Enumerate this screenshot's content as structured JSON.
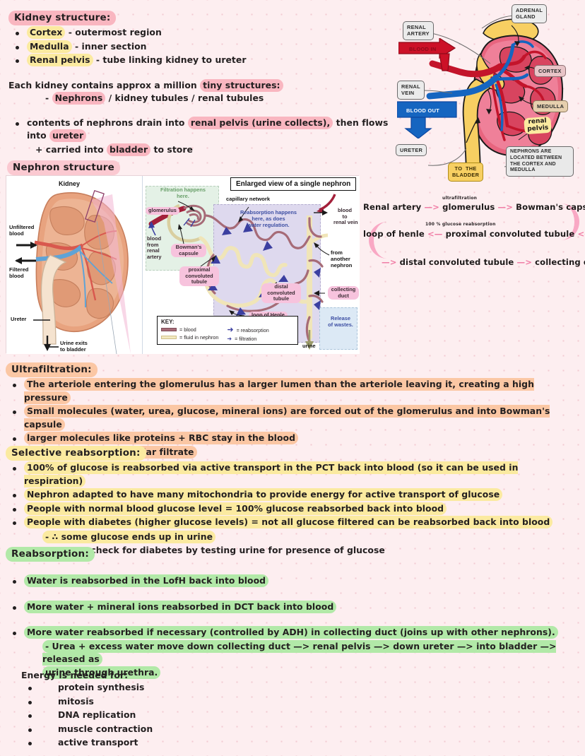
{
  "sections": {
    "kidney_structure": {
      "heading": "Kidney structure:",
      "bullets": [
        {
          "hl": "Cortex",
          "rest": " - outermost region"
        },
        {
          "hl": "Medulla",
          "rest": " - inner section"
        },
        {
          "hl": "Renal pelvis",
          "rest": " - tube linking kidney to ureter"
        }
      ],
      "para_lead": "Each kidney contains approx a million ",
      "para_hl": "tiny structures:",
      "para_sub_hl": "Nephrons",
      "para_sub_rest": " / kidney tubules / renal tubules",
      "last_bullet_a": "contents of nephrons drain into ",
      "last_bullet_hl": "renal pelvis (urine collects),",
      "last_bullet_b": " then flows into ",
      "last_bullet_hl2": "ureter",
      "last_sub_a": "+ carried into ",
      "last_sub_hl": "bladder",
      "last_sub_b": " to store"
    },
    "nephron_structure": {
      "heading": "Nephron structure"
    },
    "ultrafiltration": {
      "heading": "Ultrafiltration:",
      "bullets": [
        "The arteriole entering the glomerulus has a larger lumen than the arteriole leaving it, creating a high pressure",
        "Small molecules (water, urea, glucose, mineral ions) are forced out of the glomerulus and into Bowman's capsule",
        "larger molecules like proteins + RBC stay in the blood",
        "This forms the glomerular filtrate"
      ]
    },
    "selective_reabsorption": {
      "heading": "Selective reabsorption:",
      "bullets": [
        "100% of glucose is reabsorbed via active transport in the PCT back into blood (so it can be used in respiration)",
        "Nephron adapted to have many mitochondria to provide energy for active transport of glucose",
        "People with normal blood glucose level = 100% glucose reabsorbed back into blood",
        "People with diabetes (higher glucose levels) = not all glucose filtered can be reabsorbed back into blood"
      ],
      "subs": [
        "- ∴ some glucose ends up in urine",
        "- Doctors check for diabetes by testing urine for presence of glucose"
      ]
    },
    "reabsorption": {
      "heading": "Reabsorption:",
      "bullets": [
        "Water is reabsorbed in the LofH back into blood",
        "More water + mineral ions reabsorbed in DCT back into blood",
        "More water reabsorbed if necessary (controlled by ADH) in collecting duct (joins up with other nephrons)."
      ],
      "sub_line1": "- Urea + excess water move down collecting duct —> renal pelvis —> down ureter —> into bladder —> released as",
      "sub_line2": "urine through urethra."
    },
    "energy": {
      "heading": "Energy is needed for:",
      "items": [
        "protein synthesis",
        "mitosis",
        "DNA replication",
        "muscle contraction",
        "active transport"
      ]
    }
  },
  "kidney_illustration": {
    "labels": {
      "adrenal_gland": "ADRENAL\nGLAND",
      "renal_artery": "RENAL\nARTERY",
      "blood_in": "BLOOD  IN",
      "renal_vein": "RENAL\nVEIN",
      "blood_out": "BLOOD  OUT",
      "ureter": "URETER",
      "to_the_bladder": "TO  THE\nBLADDER",
      "cortex": "CORTEX",
      "medulla": "MEDULLA",
      "renal_pelvis": "renal\npelvis",
      "nephrons_note": "NEPHRONS  ARE LOCATED  BETWEEN THE  CORTEX  AND MEDULLA"
    }
  },
  "nephron_figure": {
    "kidney_title": "Kidney",
    "enlarged_title": "Enlarged view of a single nephron",
    "left_labels": {
      "unfiltered_blood": "Unfiltered\nblood",
      "filtered_blood": "Filtered\nblood",
      "ureter": "Ureter",
      "urine_exits": "Urine exits\nto bladder"
    },
    "right_labels": {
      "filtration_happens": "Filtration happens\nhere.",
      "glomerulus": "glomerulus",
      "blood_from_renal_artery": "blood\nfrom\nrenal\nartery",
      "bowmans_capsule": "Bowman's\ncapsule",
      "proximal_convoluted_tubule": "proximal\nconvoluted\ntubule",
      "capillary_network": "capillary network",
      "reabsorption_happens": "Reabsorption happens\nhere, as does\nwater regulation.",
      "blood_to_renal_vein": "blood\nto\nrenal vein",
      "from_another_nephron": "from\nanother\nnephron",
      "collecting_duct": "collecting\nduct",
      "distal_convoluted_tubule": "distal\nconvoluted\ntubule",
      "loop_of_henle": "loop of Henle",
      "release_of_wastes": "Release\nof wastes.",
      "urine": "urine"
    },
    "key": {
      "title": "KEY:",
      "blood": "= blood",
      "fluid": "= fluid in nephron",
      "reabsorption": "= reabsorption",
      "filtration": "= filtration"
    }
  },
  "flow_diagram": {
    "line1_a": "Renal artery ",
    "line1_arrow1": "—>",
    "line1_b": " glomerulus ",
    "line1_arrow2": "—>",
    "line1_c": " Bowman's capsule",
    "note1": "ultrafiltration",
    "line2_a": "loop of henle ",
    "line2_arrow1": "<—",
    "line2_b": " proximal convoluted tubule ",
    "line2_arrow2": "<—",
    "note2": "100 % glucose reabsorption",
    "line3_arrow": "—>",
    "line3_a": " distal convoluted tubule ",
    "line3_arrow2": "—>",
    "line3_b": " collecting duct"
  },
  "colors": {
    "page_bg": "#fdeef0",
    "dot": "#f3c9d2",
    "highlight_pink": "#f9b6c0",
    "highlight_yellow": "#fbeaa0",
    "highlight_orange": "#fbc7a4",
    "highlight_green": "#b2e9a8",
    "blood_red": "#cc1127",
    "blood_blue": "#1565c0",
    "ureter_yellow": "#f7cf62"
  }
}
